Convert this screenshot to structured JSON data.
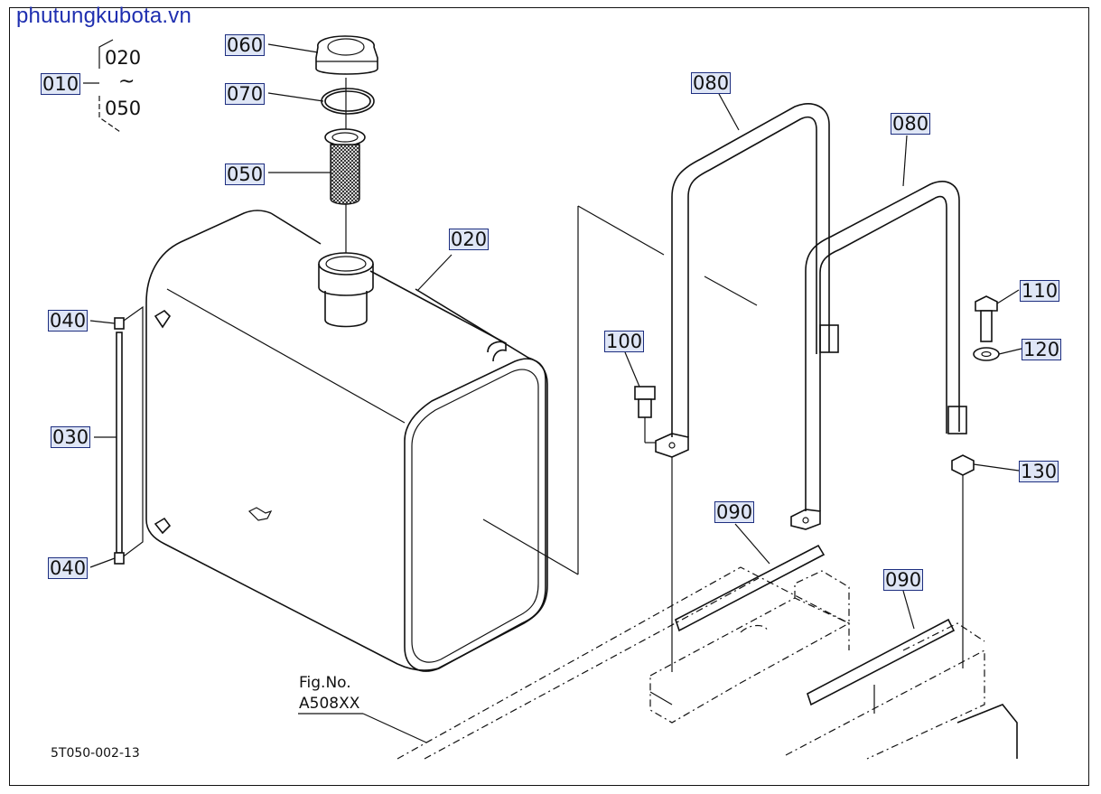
{
  "watermark": "phutungkubota.vn",
  "figure": {
    "caption_line1": "Fig.No.",
    "caption_line2": "A508XX",
    "drawing_code": "5T050-002-13"
  },
  "assembly_group": {
    "label": "010",
    "range_start": "020",
    "range_symbol": "~",
    "range_end": "050"
  },
  "parts": [
    {
      "id": "p060",
      "ref": "060"
    },
    {
      "id": "p070",
      "ref": "070"
    },
    {
      "id": "p050",
      "ref": "050"
    },
    {
      "id": "p020",
      "ref": "020"
    },
    {
      "id": "p040a",
      "ref": "040"
    },
    {
      "id": "p030",
      "ref": "030"
    },
    {
      "id": "p040b",
      "ref": "040"
    },
    {
      "id": "p080a",
      "ref": "080"
    },
    {
      "id": "p080b",
      "ref": "080"
    },
    {
      "id": "p100",
      "ref": "100"
    },
    {
      "id": "p110",
      "ref": "110"
    },
    {
      "id": "p120",
      "ref": "120"
    },
    {
      "id": "p130",
      "ref": "130"
    },
    {
      "id": "p090a",
      "ref": "090"
    },
    {
      "id": "p090b",
      "ref": "090"
    }
  ],
  "colors": {
    "callout_bg": "#dfe6f6",
    "callout_border": "#1e2f80",
    "watermark": "#1f2fb0",
    "line": "#111111"
  }
}
